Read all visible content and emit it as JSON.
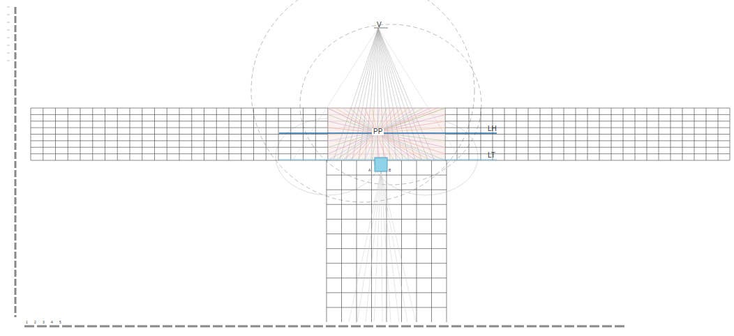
{
  "diagram": {
    "labels": [
      "V",
      "PP",
      "LH",
      "LT",
      "A",
      "B",
      "1",
      "2",
      "3",
      "4",
      "5"
    ]
  }
}
